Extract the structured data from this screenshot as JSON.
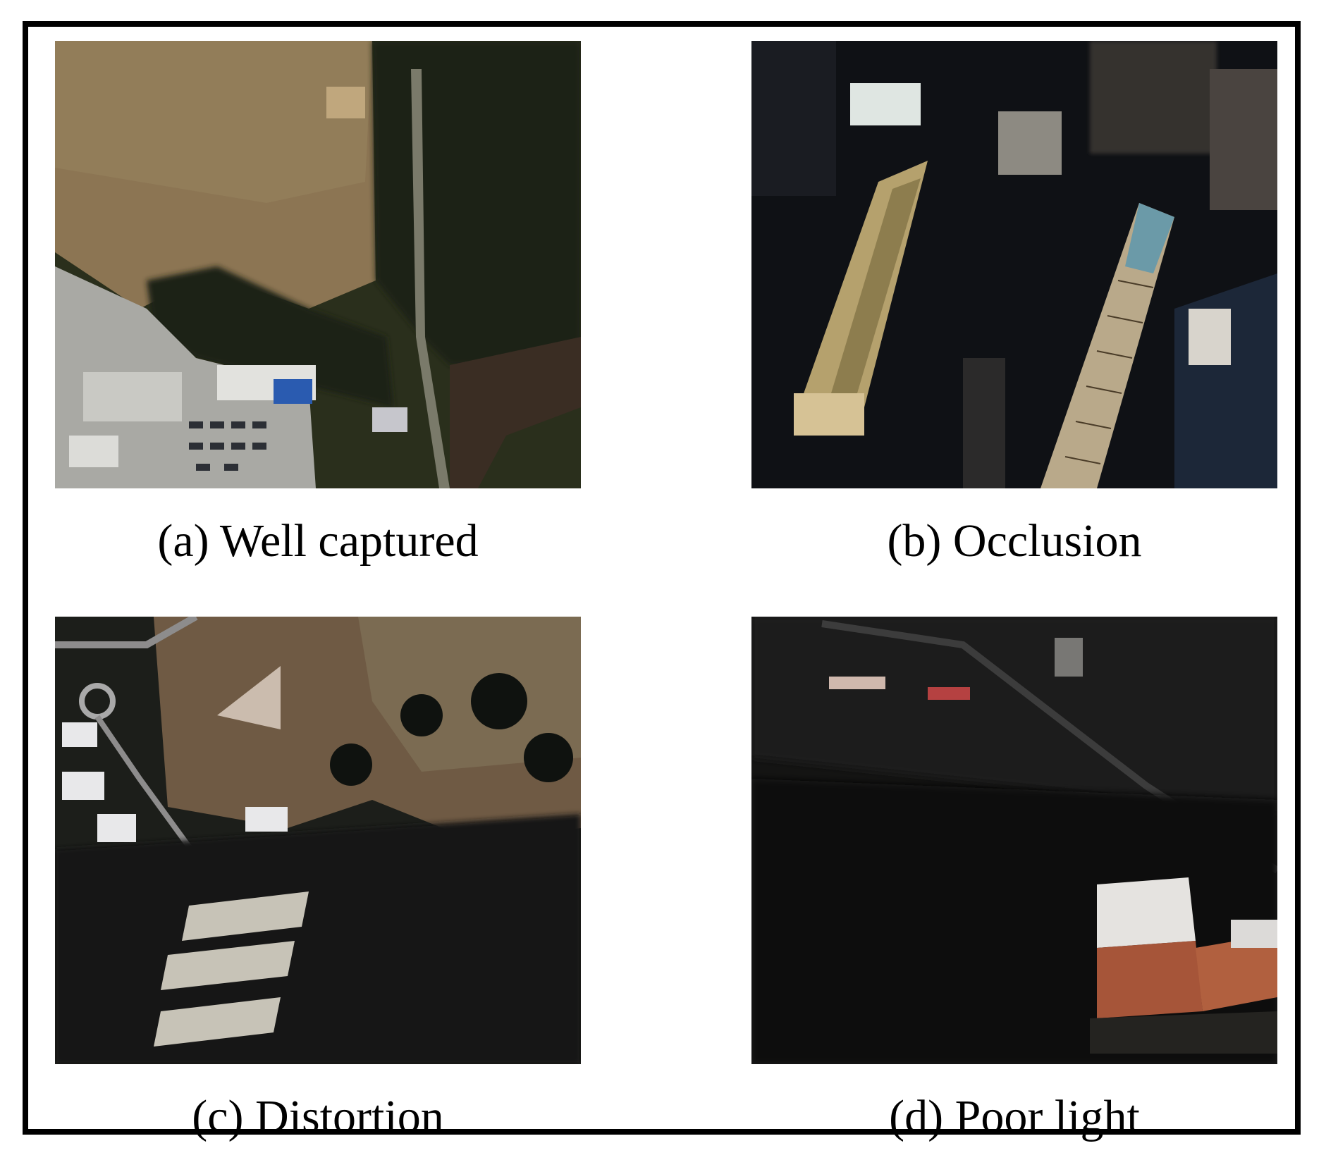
{
  "panels": [
    {
      "id": "a",
      "caption": "(a) Well captured",
      "scene": "field-forest-parking"
    },
    {
      "id": "b",
      "caption": "(b) Occlusion",
      "scene": "city-skyscrapers"
    },
    {
      "id": "c",
      "caption": "(c) Distortion",
      "scene": "residential-forest"
    },
    {
      "id": "d",
      "caption": "(d) Poor light",
      "scene": "dark-forest-buildings"
    }
  ]
}
